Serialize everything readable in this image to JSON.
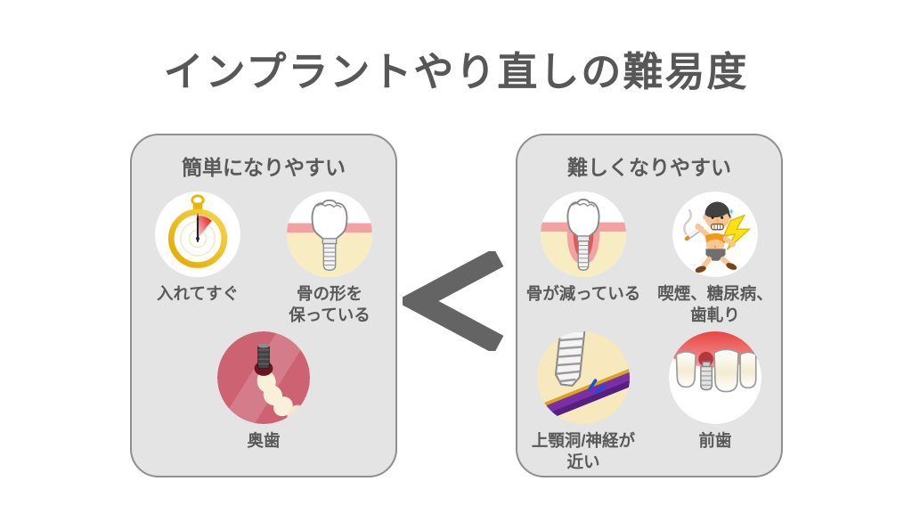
{
  "title": "インプラントやり直しの難易度",
  "comparison_symbol": "<",
  "left_panel": {
    "header": "簡単になりやすい",
    "items": [
      {
        "icon": "stopwatch-icon",
        "label": "入れてすぐ"
      },
      {
        "icon": "implant-bone-ok-icon",
        "label": "骨の形を\n保っている"
      },
      {
        "icon": "molar-implant-icon",
        "label": "奥歯"
      }
    ]
  },
  "right_panel": {
    "header": "難しくなりやすい",
    "items": [
      {
        "icon": "implant-bone-loss-icon",
        "label": "骨が減っている"
      },
      {
        "icon": "smoker-icon",
        "label": "喫煙、糖尿病、\n歯軋り"
      },
      {
        "icon": "sinus-nerve-icon",
        "label": "上顎洞/神経が\n近い"
      },
      {
        "icon": "front-teeth-icon",
        "label": "前歯"
      }
    ]
  },
  "colors": {
    "text": "#595959",
    "panel_bg": "#e4e4e4",
    "panel_border": "#8f8f8f",
    "chevron": "#646464",
    "stopwatch_gold": "#eebd1c",
    "alert_red": "#e60c0c",
    "gum_pink": "#f2a2a3",
    "bone_cream": "#f8ecc3",
    "molar_bg": "#cd6273",
    "nerve_purple": "#7a2ea8",
    "shirt_orange": "#f2991b",
    "lightning_yellow": "#f7e315",
    "sparkle_blue": "#1c4fd6",
    "front_gum_red": "#e84545"
  }
}
